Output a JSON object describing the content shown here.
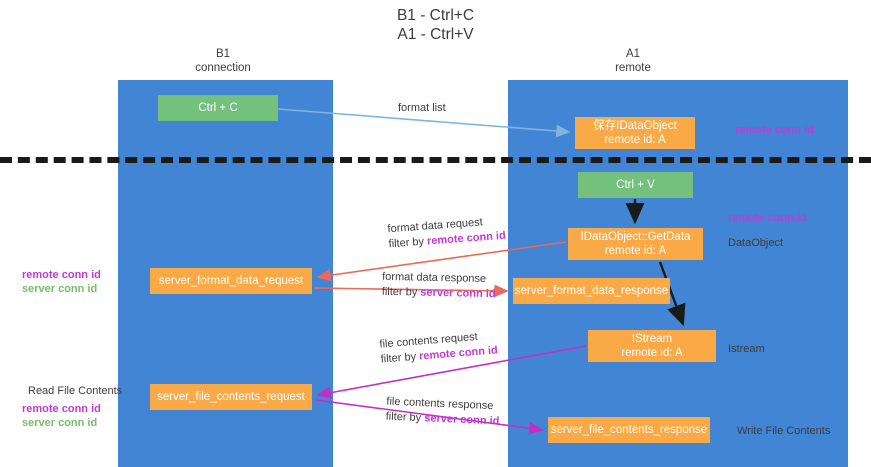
{
  "title": {
    "line1": "B1 - Ctrl+C",
    "line2": "A1 - Ctrl+V"
  },
  "lanes": [
    {
      "id": "b1",
      "name": "B1",
      "subtitle": "connection",
      "color": "#4285d4"
    },
    {
      "id": "a1",
      "name": "A1",
      "subtitle": "remote",
      "color": "#4285d4"
    }
  ],
  "nodes": {
    "ctrl_c": {
      "label": "Ctrl + C",
      "color": "#73c17c"
    },
    "dataobject_remote": {
      "line1": "保存IDataObject",
      "line2": "remote id: A",
      "color": "#f9a946"
    },
    "ctrl_v": {
      "label": "Ctrl + V",
      "color": "#73c17c"
    },
    "getdata": {
      "line1": "IDataObject::GetData",
      "line2": "remote id: A",
      "color": "#f9a946"
    },
    "server_format_data_request": {
      "label": "server_format_data_request",
      "color": "#f9a946"
    },
    "server_format_data_response": {
      "label": "server_format_data_response",
      "color": "#f9a946"
    },
    "istream": {
      "line1": "IStream",
      "line2": "remote id: A",
      "color": "#f9a946"
    },
    "server_file_contents_request": {
      "label": "server_file_contents_request",
      "color": "#f9a946"
    },
    "server_file_contents_response": {
      "label": "server_file_contents_response",
      "color": "#f9a946"
    }
  },
  "channel_labels": {
    "format_list": {
      "text": "format list"
    },
    "format_data_request": {
      "line1": "format data request",
      "prefix": "filter by ",
      "highlight": "remote conn id"
    },
    "format_data_response": {
      "line1": "format data response",
      "prefix": "filter by ",
      "highlight": "server conn id"
    },
    "file_contents_request": {
      "line1": "file contents request",
      "prefix": "filter by ",
      "highlight": "remote conn id"
    },
    "file_contents_response": {
      "line1": "file contents response",
      "prefix": "filter by ",
      "highlight": "server conn id"
    }
  },
  "annotations": {
    "right_remote_conn_id_top": "remote conn id",
    "right_remote_conn_id_mid": "remote conn id",
    "dataobject": "DataObject",
    "istream": "Istream",
    "write_file_contents": "Write File Contents",
    "left_remote_conn_id_top": "remote conn id",
    "left_server_conn_id_top": "server conn id",
    "read_file_contents": "Read File Contents",
    "left_remote_conn_id_bottom": "remote conn id",
    "left_server_conn_id_bottom": "server conn id"
  },
  "colors": {
    "lane": "#4285d4",
    "green_box": "#73c17c",
    "orange_box": "#f9a946",
    "purple_text": "#c23bd6",
    "green_text": "#79bd6a",
    "arrow_light_blue": "#7fb4e0",
    "arrow_red": "#ea6a5a",
    "arrow_magenta": "#c22fc2",
    "arrow_black": "#1a1a1a",
    "divider": "#1a1a1a"
  }
}
